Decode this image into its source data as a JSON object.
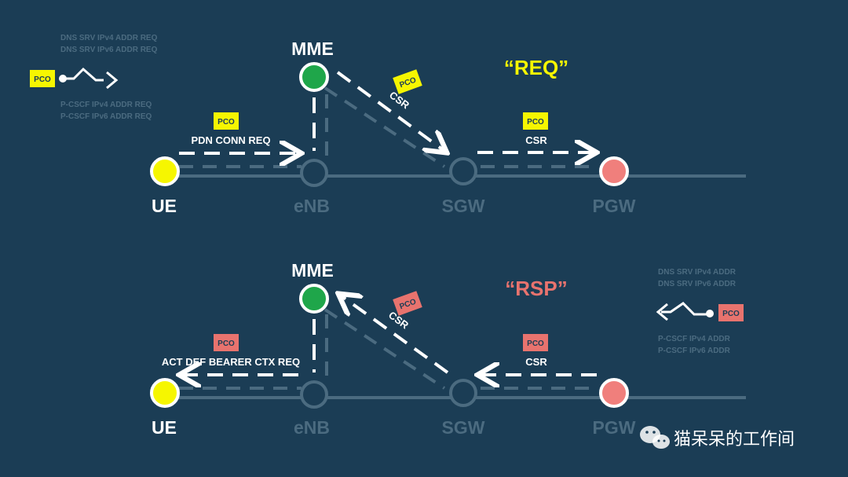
{
  "req": {
    "title": "“REQ”",
    "nodes": {
      "mme": "MME",
      "ue": "UE",
      "enb": "eNB",
      "sgw": "SGW",
      "pgw": "PGW"
    },
    "pco_tag": "PCO",
    "msg_ue_mme": "PDN CONN REQ",
    "msg_mme_sgw": "CSR",
    "msg_sgw_pgw": "CSR",
    "pco_lines_top": [
      "DNS SRV IPv4 ADDR REQ",
      "DNS SRV IPv6 ADDR REQ"
    ],
    "pco_lines_bottom": [
      "P-CSCF IPv4 ADDR REQ",
      "P-CSCF IPv6 ADDR REQ"
    ]
  },
  "rsp": {
    "title": "“RSP”",
    "nodes": {
      "mme": "MME",
      "ue": "UE",
      "enb": "eNB",
      "sgw": "SGW",
      "pgw": "PGW"
    },
    "pco_tag": "PCO",
    "msg_mme_ue": "ACT DEF BEARER CTX REQ",
    "msg_sgw_mme": "CSR",
    "msg_pgw_sgw": "CSR",
    "pco_lines_top": [
      "DNS SRV IPv4 ADDR",
      "DNS SRV IPv6 ADDR"
    ],
    "pco_lines_bottom": [
      "P-CSCF IPv4 ADDR",
      "P-CSCF IPv6 ADDR"
    ]
  },
  "watermark": "猫呆呆的工作间",
  "colors": {
    "background": "#1b3d55",
    "ue": "#f6f600",
    "mme": "#1fa64a",
    "pgw": "#f07f7c",
    "req_tag": "#f6f600",
    "rsp_tag": "#e8736e",
    "faded": "#4b6b80",
    "white": "#ffffff"
  }
}
